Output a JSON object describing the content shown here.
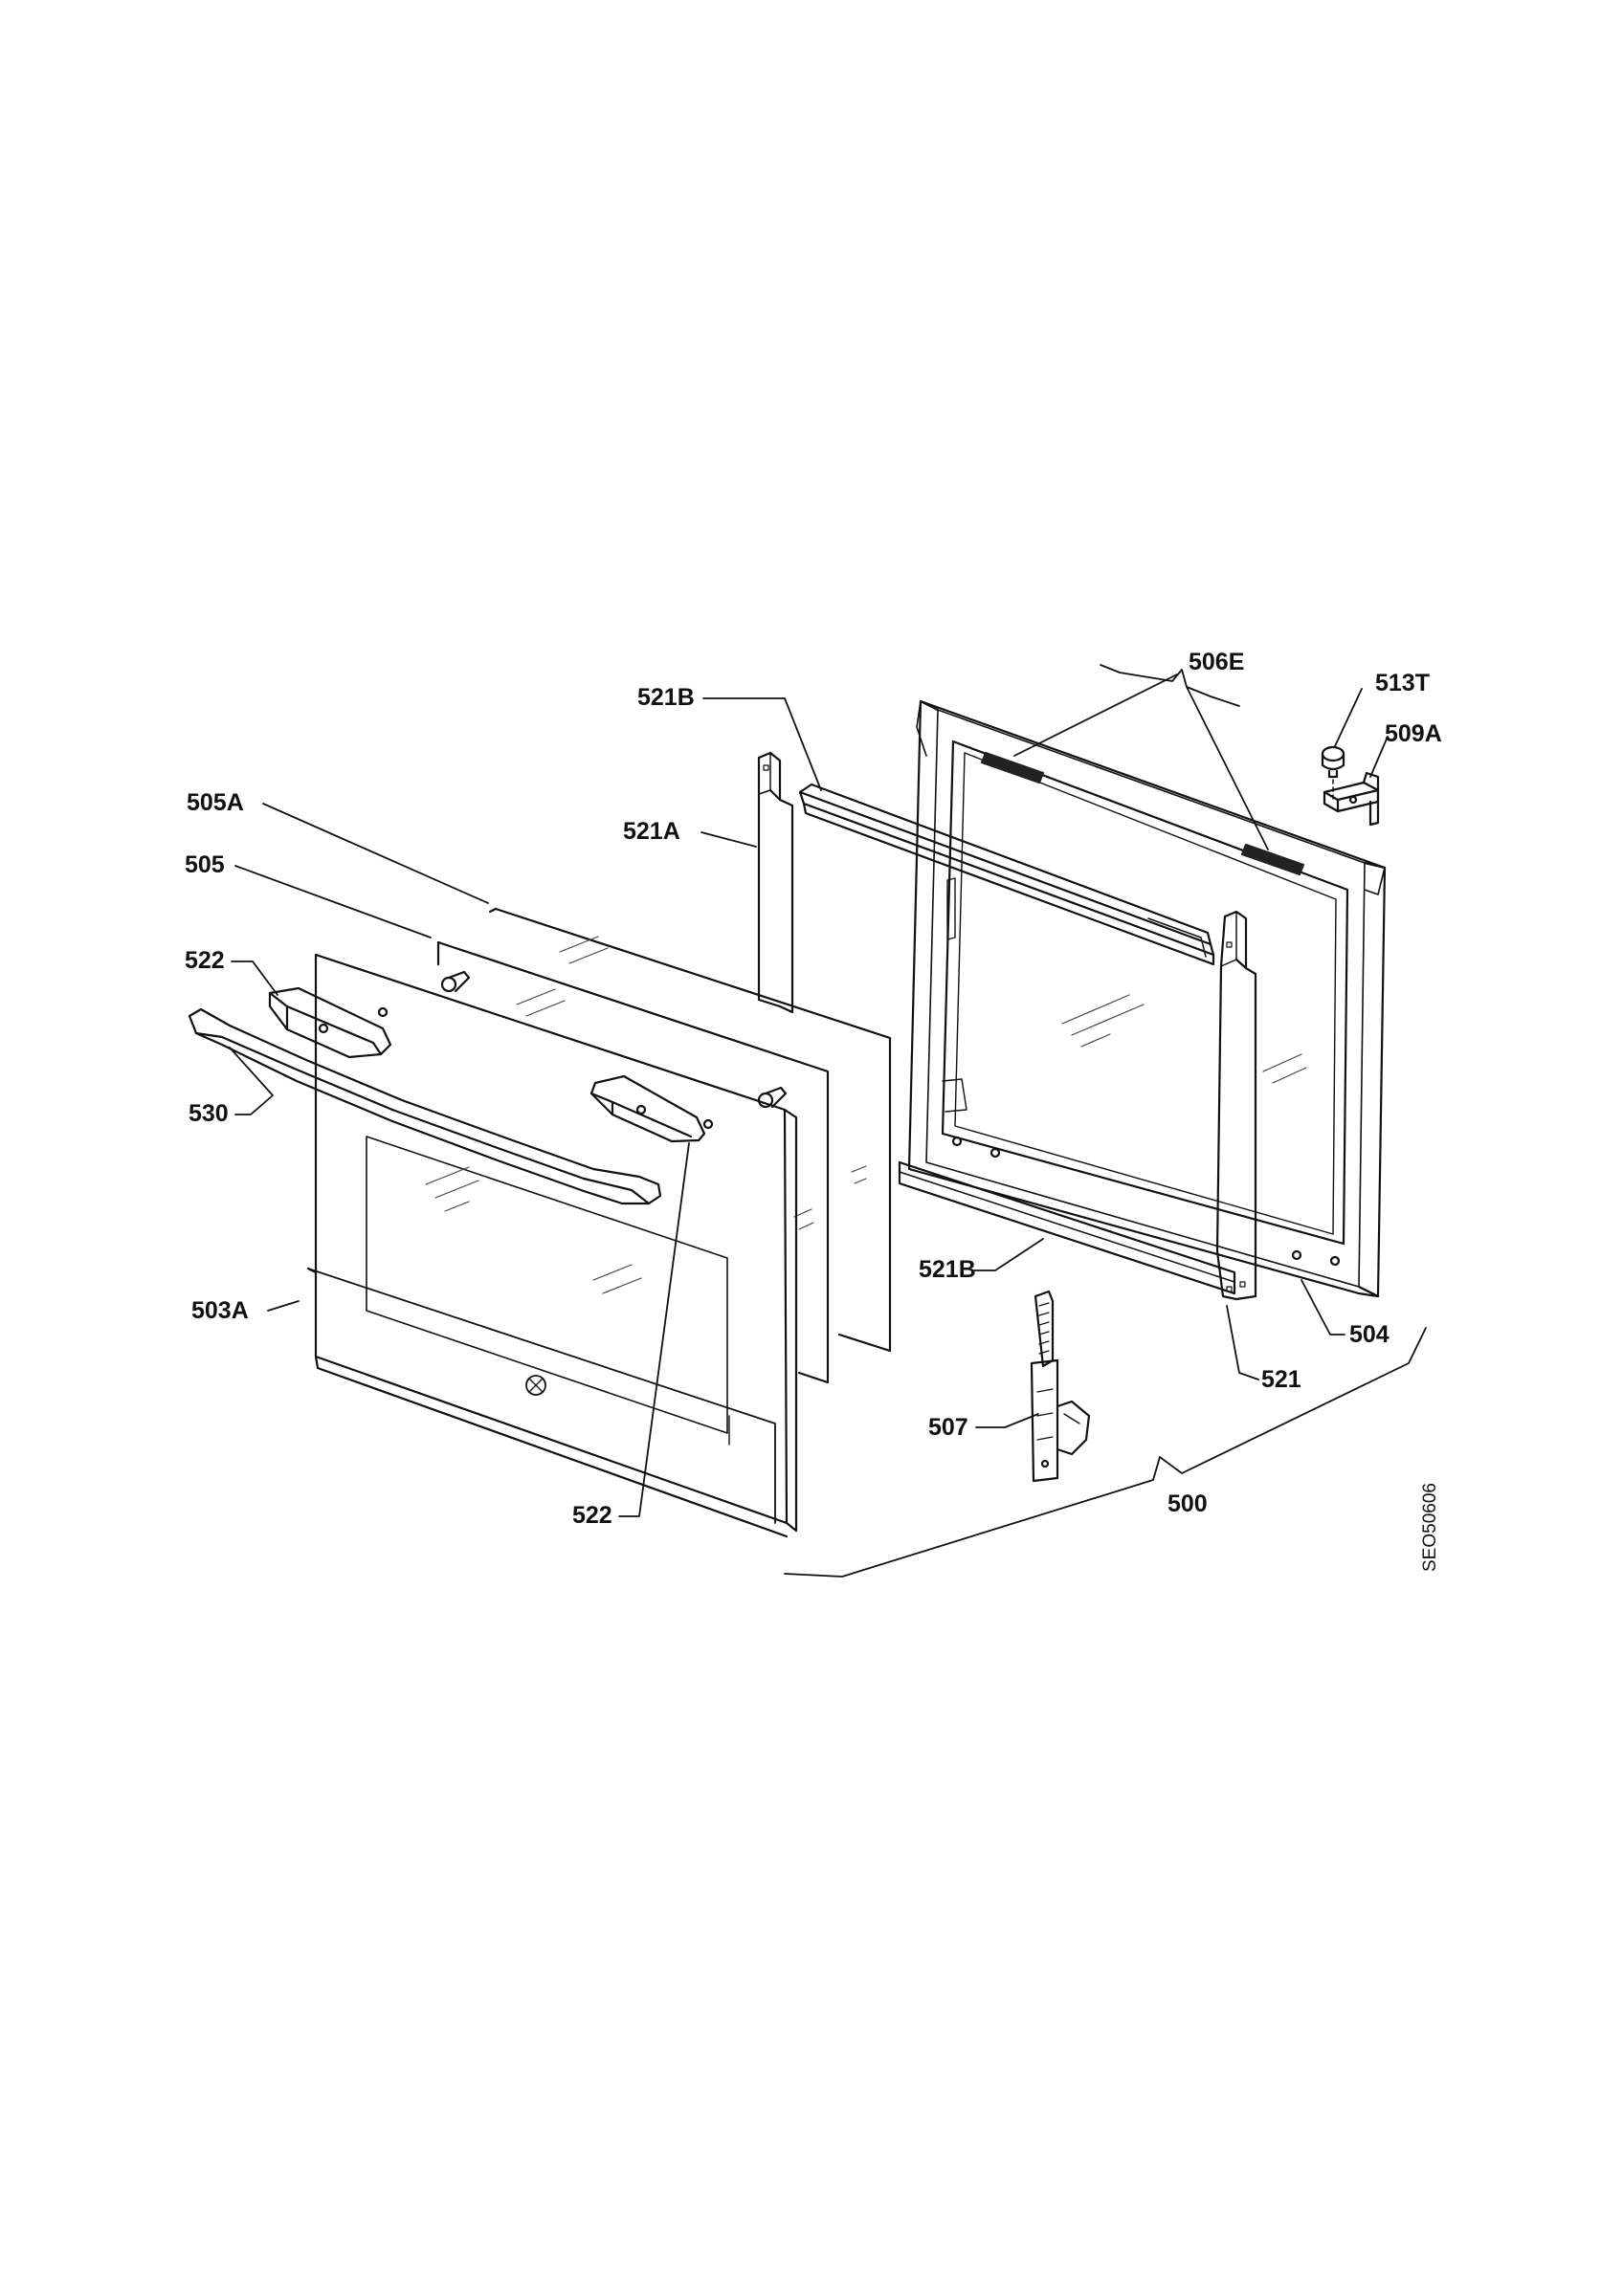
{
  "labels": {
    "l_506E": "506E",
    "l_513T": "513T",
    "l_509A": "509A",
    "l_521B_top": "521B",
    "l_505A": "505A",
    "l_521A": "521A",
    "l_505": "505",
    "l_522_top": "522",
    "l_530": "530",
    "l_521B_bottom": "521B",
    "l_503A": "503A",
    "l_504": "504",
    "l_521": "521",
    "l_507": "507",
    "l_500": "500",
    "l_522_bottom": "522"
  },
  "drawing_code": "SEO50606",
  "colors": {
    "line": "#111111",
    "glass_hatch": "#444444",
    "seal": "#222222"
  }
}
